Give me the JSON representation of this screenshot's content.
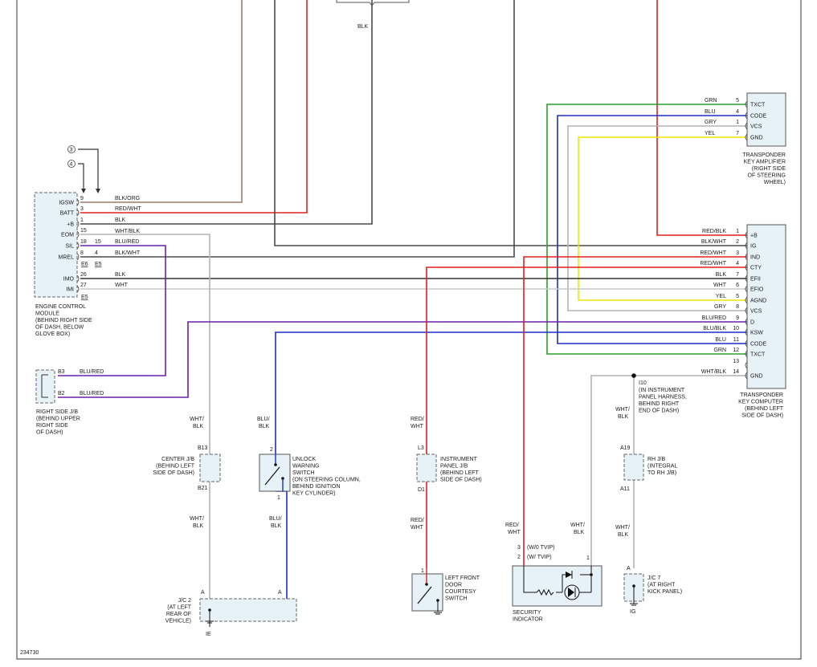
{
  "figure_id": "234730",
  "callouts": [
    "3",
    "4"
  ],
  "colors": {
    "red": "#e0201c",
    "blue": "#1b2fc9",
    "green": "#2aa02a",
    "yellow": "#f1e600",
    "gray": "#b4b4b4",
    "black": "#333333",
    "brown": "#9b7d6a",
    "purple": "#6a1fb0",
    "dark": "#4a4a4a",
    "bg": "#e6f1f8"
  },
  "wire_labels": {
    "top_blk": "BLK",
    "ecm_igsw": "BLK/ORG",
    "ecm_batt": "RED/WHT",
    "ecm_b": "BLK",
    "ecm_eom": "WHT/BLK",
    "ecm_sil": "BLU/RED",
    "ecm_mrel": "BLK/WHT",
    "ecm_imo": "BLK",
    "ecm_imi": "WHT",
    "jb_b3": "BLU/RED",
    "jb_b2": "BLU/RED",
    "amp_txct": "GRN",
    "amp_code": "BLU",
    "amp_vcs": "GRY",
    "amp_gnd": "YEL",
    "comp_b": "RED/BLK",
    "comp_ig": "BLK/WHT",
    "comp_ind": "RED/WHT",
    "comp_cty": "RED/WHT",
    "comp_efii": "BLK",
    "comp_efio": "WHT",
    "comp_agnd": "YEL",
    "comp_vcs": "GRY",
    "comp_d": "BLU/RED",
    "comp_ksw": "BLU/BLK",
    "comp_code": "BLU",
    "comp_txct": "GRN",
    "comp_gnd": "WHT/BLK",
    "whtblk1a": "WHT/",
    "whtblk1b": "BLK",
    "whtblk2a": "WHT/",
    "whtblk2b": "BLK",
    "blublk1a": "BLU/",
    "blublk1b": "BLK",
    "blublk2a": "BLU/",
    "blublk2b": "BLK",
    "redwht1a": "RED/",
    "redwht1b": "WHT",
    "redwht2a": "RED/",
    "redwht2b": "WHT",
    "redwht3a": "RED/",
    "redwht3b": "WHT",
    "whtblk3a": "WHT/",
    "whtblk3b": "BLK",
    "whtblk4a": "WHT/",
    "whtblk4b": "BLK",
    "whtblk5a": "WHT/",
    "whtblk5b": "BLK"
  },
  "ecm": {
    "pins": [
      "IGSW",
      "BATT",
      "+B",
      "EOM",
      "SIL",
      "MREL",
      "IMO",
      "IMI"
    ],
    "pin_nums": [
      "9",
      "3",
      "1",
      "15",
      "18",
      "8",
      "26",
      "27"
    ],
    "mid_nums": [
      "15",
      "4"
    ],
    "connectors": [
      "E6",
      "E5",
      "E5"
    ],
    "caption": [
      "ENGINE CONTROL",
      "MODULE",
      "(BEHIND RIGHT SIDE",
      "OF DASH, BELOW",
      "GLOVE BOX)"
    ]
  },
  "right_jb": {
    "pins": [
      "B3",
      "B2"
    ],
    "caption": [
      "RIGHT SIDE J/B",
      "(BEHIND UPPER",
      "RIGHT SIDE",
      "OF DASH)"
    ]
  },
  "amplifier": {
    "pins": [
      "TXCT",
      "CODE",
      "VCS",
      "GND"
    ],
    "pin_nums": [
      "5",
      "4",
      "1",
      "7"
    ],
    "caption": [
      "TRANSPONDER",
      "KEY AMPLIFIER",
      "(RIGHT SIDE",
      "OF STEERING",
      "WHEEL)"
    ]
  },
  "computer": {
    "pins": [
      "+B",
      "IG",
      "IND",
      "CTY",
      "EFII",
      "EFIO",
      "AGND",
      "VCS",
      "D",
      "KSW",
      "CODE",
      "TXCT",
      "",
      "GND"
    ],
    "pin_nums": [
      "1",
      "2",
      "3",
      "4",
      "7",
      "6",
      "5",
      "8",
      "9",
      "10",
      "11",
      "12",
      "13",
      "14"
    ],
    "caption": [
      "TRANSPONDER",
      "KEY COMPUTER",
      "(BEHIND LEFT",
      "SIDE OF DASH)"
    ]
  },
  "i10": {
    "id": "I10",
    "caption": [
      "(IN INSTRUMENT",
      "PANEL HARNESS,",
      "BEHIND RIGHT",
      "END OF DASH)"
    ]
  },
  "center_jb": {
    "top": "B13",
    "bottom": "B21",
    "caption": [
      "CENTER J/B",
      "(BEHIND LEFT",
      "SIDE OF DASH)"
    ]
  },
  "unlock_switch": {
    "pin_top": "2",
    "pin_bottom": "1",
    "caption": [
      "UNLOCK",
      "WARNING",
      "SWITCH",
      "(ON STEERING COLUMN,",
      "BEHIND IGNITION",
      "KEY CYLINDER)"
    ]
  },
  "instrument_jb": {
    "top": "L3",
    "bottom": "D1",
    "caption": [
      "INSTRUMENT",
      "PANEL J/B",
      "(BEHIND LEFT",
      "SIDE OF DASH)"
    ]
  },
  "rh_jb": {
    "top": "A19",
    "bottom": "A11",
    "caption": [
      "RH J/B",
      "(INTEGRAL",
      "TO RH J/B)"
    ]
  },
  "door_switch": {
    "pin": "1",
    "caption": [
      "LEFT FRONT",
      "DOOR",
      "COURTESY",
      "SWITCH"
    ]
  },
  "security": {
    "pin3": "3",
    "pin2": "2",
    "pin1": "1",
    "note3": "(W/0 TVIP)",
    "note2": "(W/ TVIP)",
    "caption": [
      "SECURITY",
      "INDICATOR"
    ]
  },
  "jc2": {
    "pin_a1": "A",
    "pin_a2": "A",
    "ground": "IE",
    "caption": [
      "J/C 2",
      "(AT LEFT",
      "REAR OF",
      "VEHICLE)"
    ]
  },
  "jc7": {
    "pin": "A",
    "ground": "IG",
    "caption": [
      "J/C 7",
      "(AT RIGHT",
      "KICK PANEL)"
    ]
  }
}
